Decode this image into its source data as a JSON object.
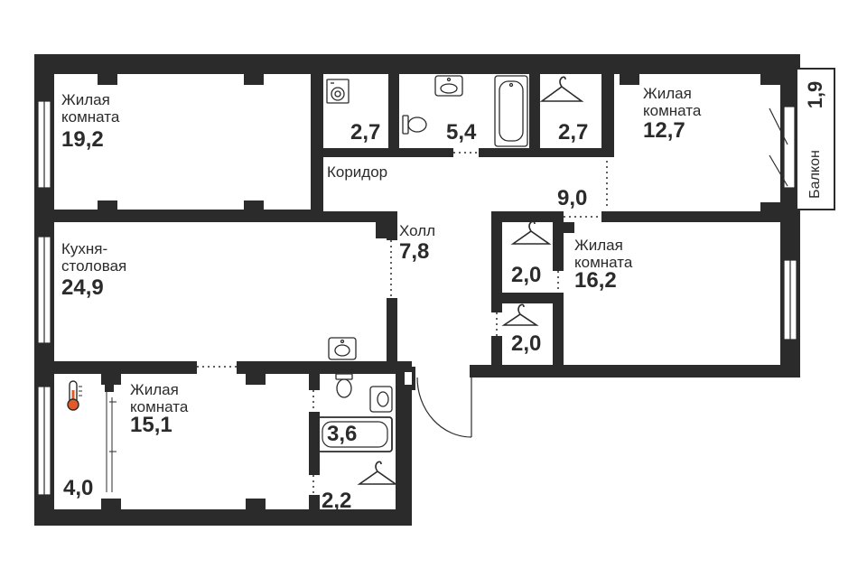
{
  "rooms": [
    {
      "id": "living-1",
      "name": "Жилая\nкомната",
      "area": "19,2"
    },
    {
      "id": "laundry",
      "name": "",
      "area": "2,7"
    },
    {
      "id": "bathroom-1",
      "name": "",
      "area": "5,4"
    },
    {
      "id": "closet-1",
      "name": "",
      "area": "2,7"
    },
    {
      "id": "living-2",
      "name": "Жилая\nкомната",
      "area": "12,7"
    },
    {
      "id": "corridor",
      "name": "Коридор",
      "area": "9,0"
    },
    {
      "id": "kitchen",
      "name": "Кухня-\nстоловая",
      "area": "24,9"
    },
    {
      "id": "hall",
      "name": "Холл",
      "area": "7,8"
    },
    {
      "id": "closet-2",
      "name": "",
      "area": "2,0"
    },
    {
      "id": "closet-3",
      "name": "",
      "area": "2,0"
    },
    {
      "id": "living-3",
      "name": "Жилая\nкомната",
      "area": "16,2"
    },
    {
      "id": "living-4",
      "name": "Жилая\nкомната",
      "area": "15,1"
    },
    {
      "id": "boiler",
      "name": "",
      "area": "4,0"
    },
    {
      "id": "bathroom-2",
      "name": "",
      "area": "3,6"
    },
    {
      "id": "closet-4",
      "name": "",
      "area": "2,2"
    }
  ],
  "balcony": {
    "name": "Балкон",
    "area": "1,9"
  },
  "icons": [
    "washing-machine-icon",
    "sink-icon",
    "toilet-icon",
    "bathtub-icon",
    "hanger-icon",
    "thermometer-icon"
  ],
  "colors": {
    "wall": "#2b2b2b",
    "background": "#ffffff"
  }
}
